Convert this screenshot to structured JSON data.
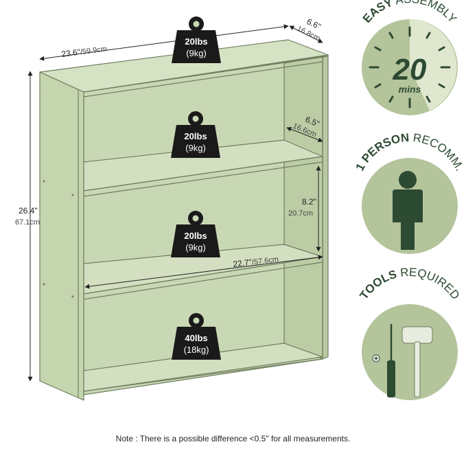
{
  "dimensions": {
    "width_in": "23.6\"",
    "width_cm": "/59.9cm",
    "depth_in": "6.6\"",
    "depth_cm": "16.8cm",
    "height_in": "26.4\"",
    "height_cm": "67.1cm",
    "shelf_depth_in": "6.5\"",
    "shelf_depth_cm": "16.6cm",
    "shelf_gap_in": "8.2\"",
    "shelf_gap_cm": "20.7cm",
    "inner_width_in": "22.7\"",
    "inner_width_cm": "/57.6cm"
  },
  "weights": [
    {
      "lbs": "20lbs",
      "kg": "(9kg)"
    },
    {
      "lbs": "20lbs",
      "kg": "(9kg)"
    },
    {
      "lbs": "20lbs",
      "kg": "(9kg)"
    },
    {
      "lbs": "40lbs",
      "kg": "(18kg)"
    }
  ],
  "badges": {
    "assembly": {
      "bold": "EASY",
      "rest": " ASSEMBLY",
      "value": "20",
      "unit": "mins"
    },
    "person": {
      "bold": "1 PERSON",
      "rest": " RECOMM."
    },
    "tools": {
      "bold": "TOOLS",
      "rest": " REQUIRED"
    }
  },
  "colors": {
    "shelf": "#c9d8b4",
    "badge": "#b4c49b",
    "dark_green": "#2d4a32",
    "clock_light": "#dfe8cf"
  },
  "note": "Note : There is a possible difference <0.5\" for all measurements."
}
